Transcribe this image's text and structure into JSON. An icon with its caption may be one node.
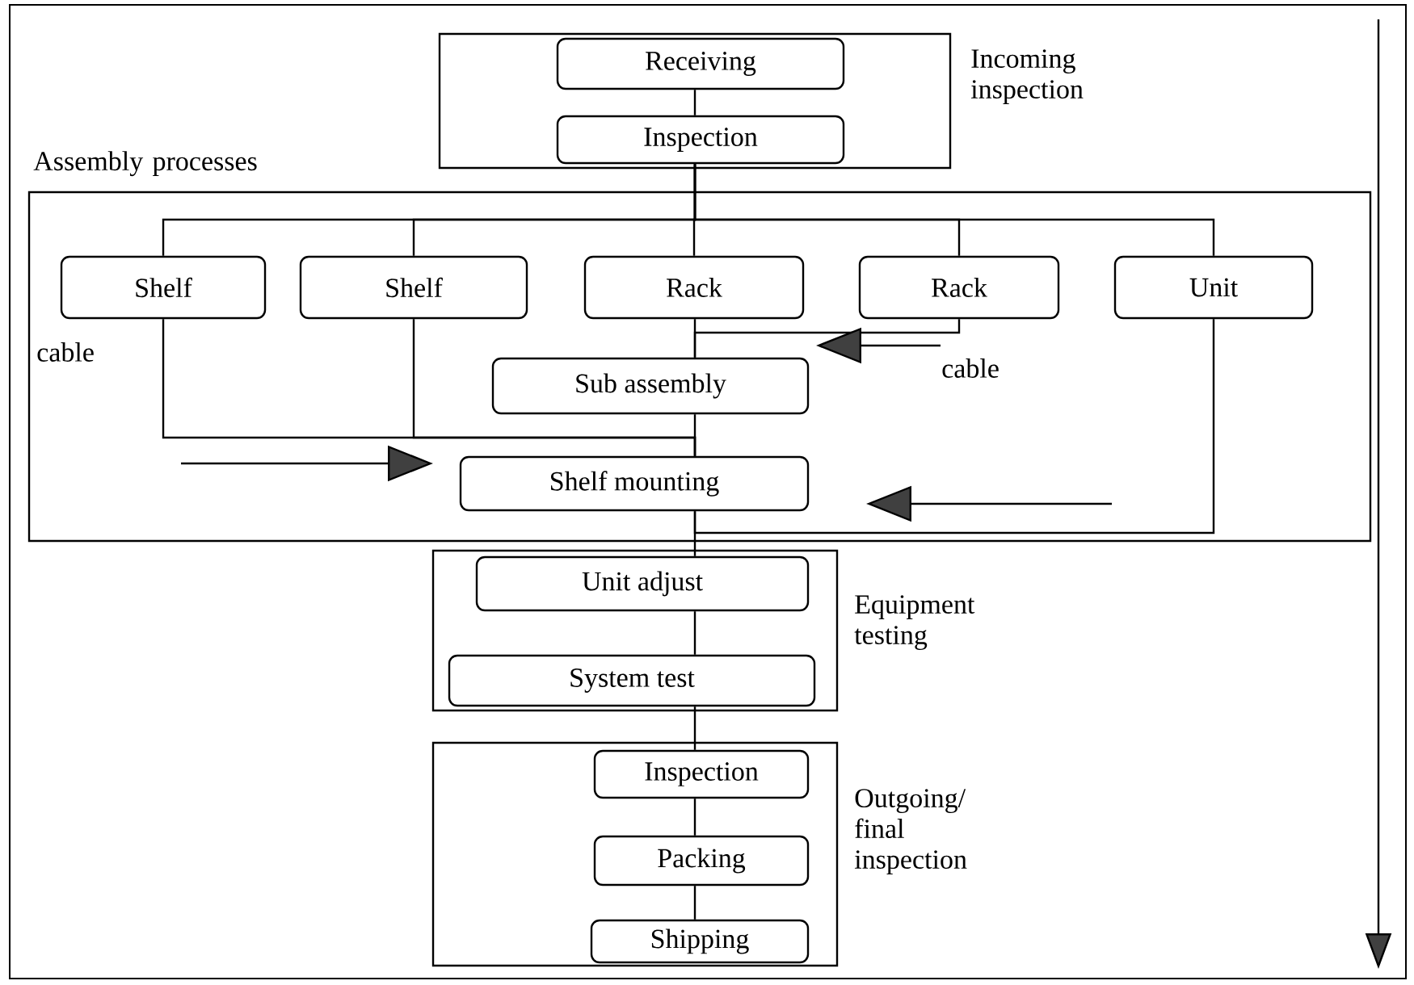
{
  "diagram": {
    "nodes": [
      {
        "text": [
          "Incoming inspection"
        ]
      },
      {
        "text": [
          "Receiving"
        ],
        "in": 0
      },
      {
        "text": [
          "Inspection"
        ],
        "in": 0
      },
      {
        "text": [
          "Assembly processes"
        ]
      },
      {
        "text": [
          "Shelf"
        ],
        "in": 3
      },
      {
        "text": [
          "Shelf"
        ],
        "in": 3
      },
      {
        "text": [
          "Rack"
        ],
        "in": 3
      },
      {
        "text": [
          "Rack"
        ],
        "in": 3
      },
      {
        "text": [
          "Unit"
        ],
        "in": 3
      },
      {
        "text": [
          "Sub assembly"
        ],
        "in": 3
      },
      {
        "text": [
          "Shelf mounting"
        ],
        "in": 3
      },
      {
        "text": [
          "Equipment testing"
        ]
      },
      {
        "text": [
          "Unit adjust"
        ],
        "in": 11
      },
      {
        "text": [
          "System test"
        ],
        "in": 11
      },
      {
        "text": [
          "Outgoing/ final inspection"
        ]
      },
      {
        "text": [
          "Inspection"
        ],
        "in": 14
      },
      {
        "text": [
          "Packing"
        ],
        "in": 14
      },
      {
        "text": [
          "Shipping"
        ],
        "in": 14
      }
    ],
    "edges": [
      {
        "from": 1,
        "to": 2,
        "arrow": "none"
      },
      {
        "from": 2,
        "to": 4,
        "arrow": "none"
      },
      {
        "from": 2,
        "to": 5,
        "arrow": "none"
      },
      {
        "from": 2,
        "to": 6,
        "arrow": "none"
      },
      {
        "from": 2,
        "to": 7,
        "arrow": "none"
      },
      {
        "from": 2,
        "to": 8,
        "arrow": "none"
      },
      {
        "from": 6,
        "to": 9,
        "arrow": "none"
      },
      {
        "from": 7,
        "to": 9,
        "arrow": "none"
      },
      {
        "from": 4,
        "to": 10,
        "arrow": "none"
      },
      {
        "from": 5,
        "to": 10,
        "arrow": "none"
      },
      {
        "from": 9,
        "to": 10,
        "arrow": "none"
      },
      {
        "from": 8,
        "to": 10,
        "arrow": "none"
      },
      {
        "from": 10,
        "to": 12,
        "arrow": "none"
      },
      {
        "from": 12,
        "to": 13,
        "arrow": "none"
      },
      {
        "from": 13,
        "to": 15,
        "arrow": "none"
      },
      {
        "from": 15,
        "to": 16,
        "arrow": "none"
      },
      {
        "from": 16,
        "to": 17,
        "arrow": "none"
      }
    ],
    "labels": [
      "cable",
      "cable"
    ]
  }
}
